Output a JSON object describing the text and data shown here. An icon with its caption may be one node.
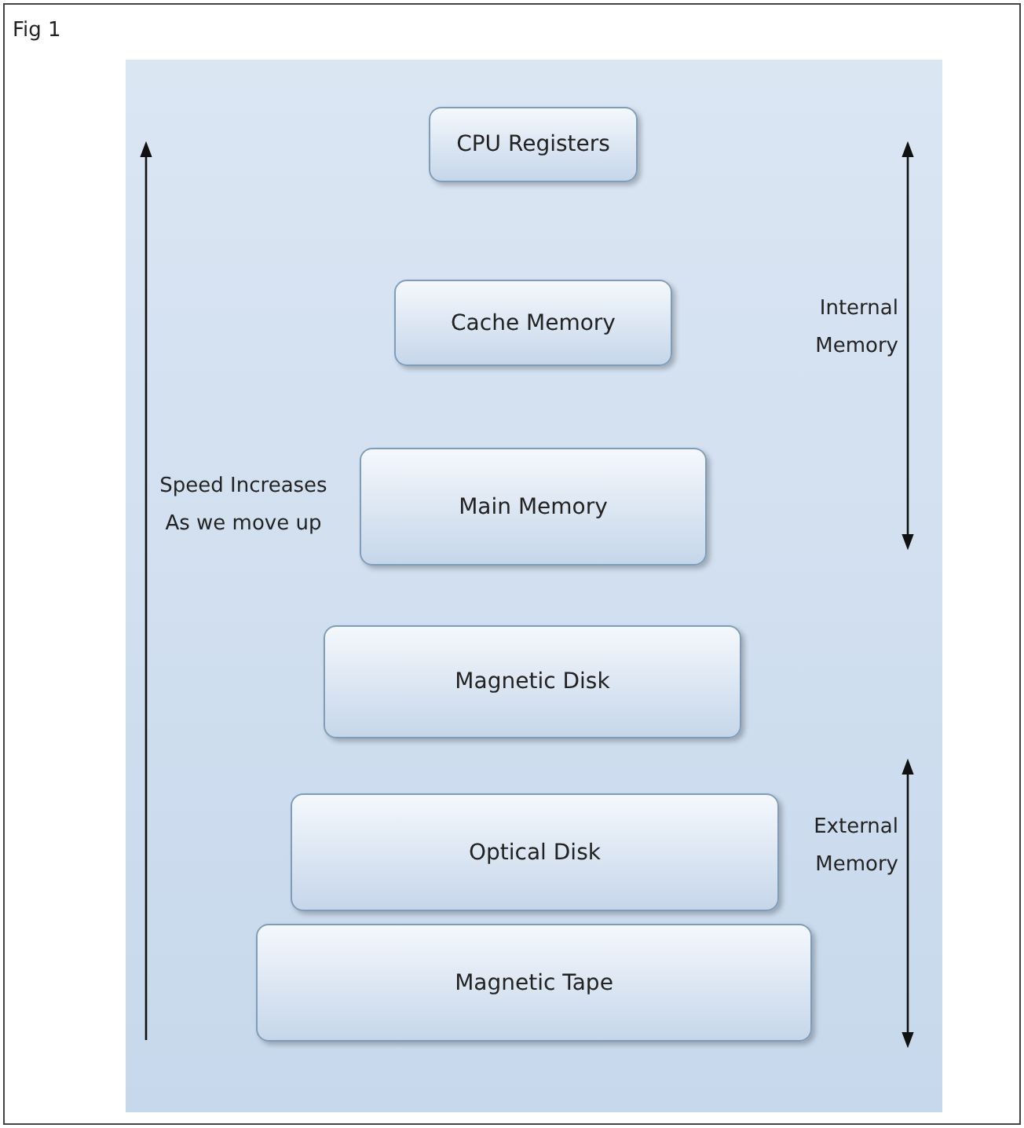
{
  "diagram": {
    "nodes": [
      {
        "text": [
          "CPU Registers"
        ]
      },
      {
        "text": [
          "Cache Memory"
        ]
      },
      {
        "text": [
          "Main Memory"
        ]
      },
      {
        "text": [
          "Magnetic Disk"
        ]
      },
      {
        "text": [
          "Optical Disk"
        ]
      },
      {
        "text": [
          "Magnetic Tape"
        ]
      }
    ],
    "edges": [],
    "labels": [
      "Fig 1",
      "Internal Memory",
      "Speed Increases As we move up",
      "External Memory"
    ]
  }
}
